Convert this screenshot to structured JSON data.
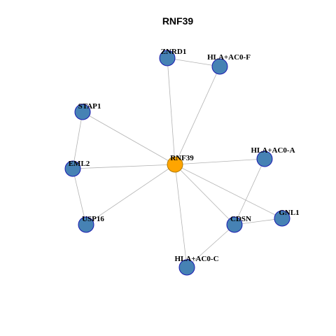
{
  "title": "RNF39",
  "colors": {
    "hub_fill": "#FFA500",
    "hub_stroke": "#B07A00",
    "node_fill": "#4682B4",
    "node_stroke": "#1A1AB0",
    "edge": "#B3B3B3"
  },
  "nodes": [
    {
      "id": "RNF39",
      "label": "RNF39",
      "hub": true
    },
    {
      "id": "ZNRD1",
      "label": "ZNRD1"
    },
    {
      "id": "HLA_F",
      "label": "HLA+AC0-F"
    },
    {
      "id": "STAP1",
      "label": "STAP1"
    },
    {
      "id": "EML2",
      "label": "EML2"
    },
    {
      "id": "USP16",
      "label": "USP16"
    },
    {
      "id": "HLA_A",
      "label": "HLA+AC0-A"
    },
    {
      "id": "CDSN",
      "label": "CDSN"
    },
    {
      "id": "GNL1",
      "label": "GNL1"
    },
    {
      "id": "HLA_C",
      "label": "HLA+AC0-C"
    }
  ],
  "edges": [
    [
      "RNF39",
      "ZNRD1"
    ],
    [
      "RNF39",
      "HLA_F"
    ],
    [
      "RNF39",
      "STAP1"
    ],
    [
      "RNF39",
      "EML2"
    ],
    [
      "RNF39",
      "USP16"
    ],
    [
      "RNF39",
      "HLA_A"
    ],
    [
      "RNF39",
      "CDSN"
    ],
    [
      "RNF39",
      "GNL1"
    ],
    [
      "RNF39",
      "HLA_C"
    ],
    [
      "ZNRD1",
      "HLA_F"
    ],
    [
      "STAP1",
      "EML2"
    ],
    [
      "EML2",
      "USP16"
    ],
    [
      "HLA_A",
      "CDSN"
    ],
    [
      "CDSN",
      "GNL1"
    ],
    [
      "CDSN",
      "HLA_C"
    ]
  ]
}
